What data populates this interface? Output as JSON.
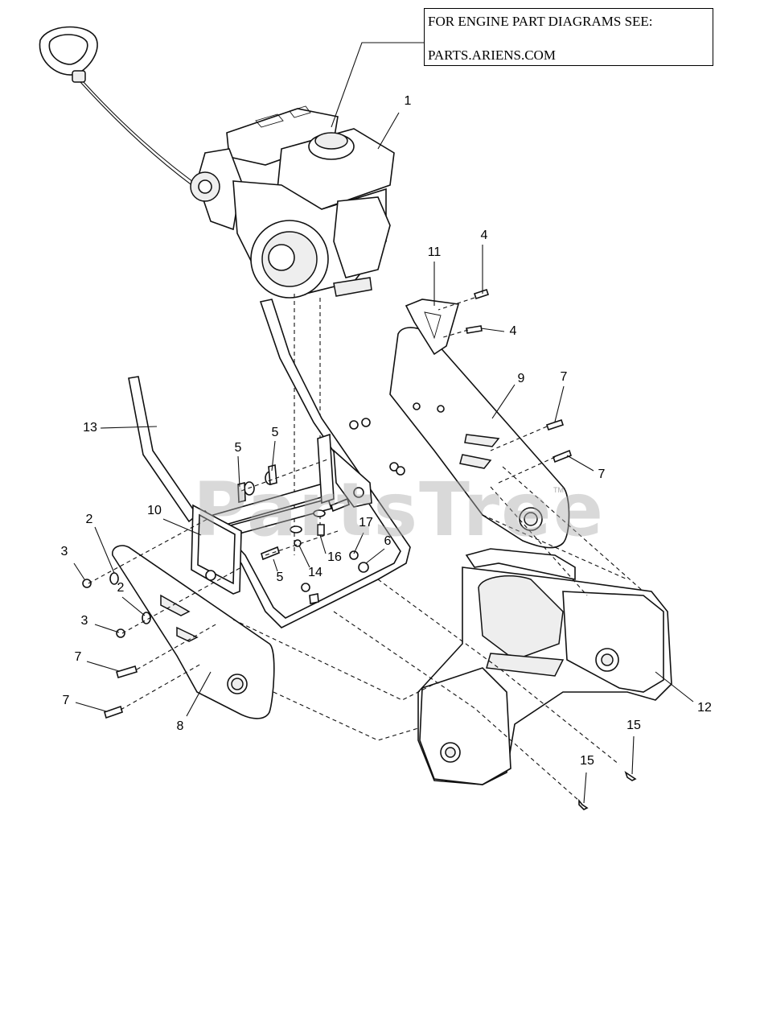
{
  "note": {
    "line1": "FOR ENGINE PART DIAGRAMS SEE:",
    "line2": "PARTS.ARIENS.COM"
  },
  "watermark": {
    "text": "PartsTree",
    "trademark": "TM"
  },
  "callouts": [
    {
      "id": "c1",
      "label": "1"
    },
    {
      "id": "c4a",
      "label": "4"
    },
    {
      "id": "c11",
      "label": "11"
    },
    {
      "id": "c4b",
      "label": "4"
    },
    {
      "id": "c9",
      "label": "9"
    },
    {
      "id": "c7a",
      "label": "7"
    },
    {
      "id": "c13",
      "label": "13"
    },
    {
      "id": "c5a",
      "label": "5"
    },
    {
      "id": "c5b",
      "label": "5"
    },
    {
      "id": "c7b",
      "label": "7"
    },
    {
      "id": "c10",
      "label": "10"
    },
    {
      "id": "c2a",
      "label": "2"
    },
    {
      "id": "c17",
      "label": "17"
    },
    {
      "id": "c6",
      "label": "6"
    },
    {
      "id": "c3a",
      "label": "3"
    },
    {
      "id": "c16",
      "label": "16"
    },
    {
      "id": "c14",
      "label": "14"
    },
    {
      "id": "c5c",
      "label": "5"
    },
    {
      "id": "c2b",
      "label": "2"
    },
    {
      "id": "c3b",
      "label": "3"
    },
    {
      "id": "c7c",
      "label": "7"
    },
    {
      "id": "c12",
      "label": "12"
    },
    {
      "id": "c7d",
      "label": "7"
    },
    {
      "id": "c8",
      "label": "8"
    },
    {
      "id": "c15a",
      "label": "15"
    },
    {
      "id": "c15b",
      "label": "15"
    }
  ]
}
